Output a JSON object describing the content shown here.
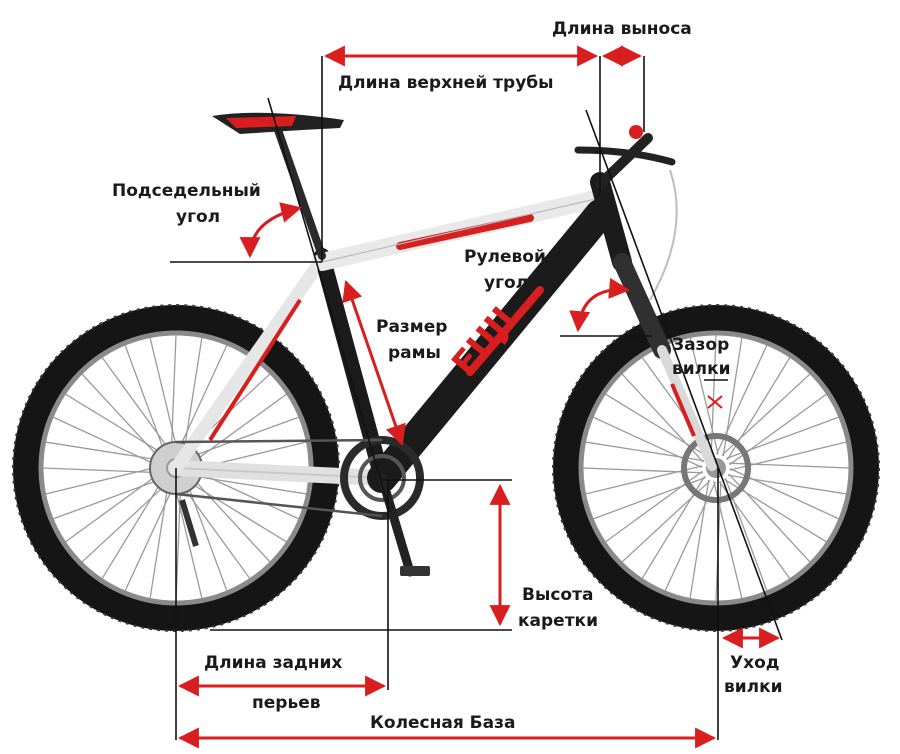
{
  "labels": {
    "stem_length": "Длина выноса",
    "top_tube_length": "Длина верхней трубы",
    "seat_angle_line1": "Подседельный",
    "seat_angle_line2": "угол",
    "head_angle_line1": "Рулевой",
    "head_angle_line2": "угол",
    "frame_size_line1": "Размер",
    "frame_size_line2": "рамы",
    "fork_clearance_line1": "Зазор",
    "fork_clearance_line2": "вилки",
    "bb_height_line1": "Высота",
    "bb_height_line2": "каретки",
    "chainstay_line1": "Длина задних",
    "chainstay_line2": "перьев",
    "fork_offset_line1": "Уход",
    "fork_offset_line2": "вилки",
    "wheelbase": "Колесная База"
  },
  "logo": {
    "text": "FUJI"
  },
  "colors": {
    "accent_red": "#d81e1e",
    "frame_black": "#1b1b1b",
    "frame_white": "#e9e9e9",
    "tire": "#151515",
    "line": "#111111"
  }
}
